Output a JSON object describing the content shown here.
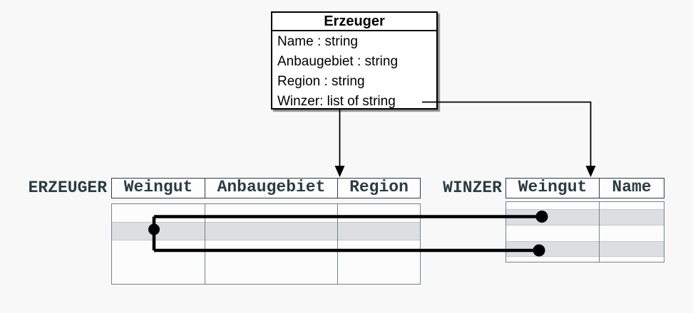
{
  "class_box": {
    "title": "Erzeuger",
    "attributes": [
      "Name : string",
      "Anbaugebiet : string",
      "Region : string",
      "Winzer: list of string"
    ]
  },
  "tables": {
    "erzeuger": {
      "label": "ERZEUGER",
      "columns": [
        "Weingut",
        "Anbaugebiet",
        "Region"
      ],
      "rows": []
    },
    "winzer": {
      "label": "WINZER",
      "columns": [
        "Weingut",
        "Name"
      ],
      "rows": []
    }
  },
  "colors": {
    "background": "#f8f8f8",
    "table_text": "#2d3c42",
    "highlight_band": "#dcdee1",
    "table_border": "#74828a",
    "connector": "#000000"
  }
}
